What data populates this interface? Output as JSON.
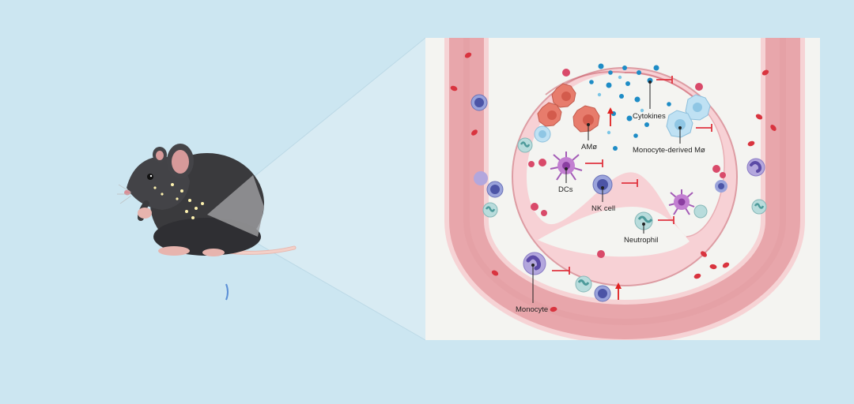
{
  "colors": {
    "background": "#cce6f1",
    "panel": "#f4f4f1",
    "vessel": "#e9a9ae",
    "vessel_edge": "#f6d6d8",
    "tissue": "#f3c4c9",
    "rbc": "#d9343f",
    "inhibit": "#e0353f",
    "increase": "#e02020"
  },
  "labels": {
    "cytokines": "Cytokines",
    "amo": "AMø",
    "mdm": "Monocyte-derived Mø",
    "dcs": "DCs",
    "nk": "NK cell",
    "neutrophil": "Neutrophil",
    "monocyte": "Monocyte"
  },
  "icons": {
    "mouse": "mouse-illustration",
    "increase": "red-up-arrow",
    "inhibit": "red-inhibition-bar"
  }
}
